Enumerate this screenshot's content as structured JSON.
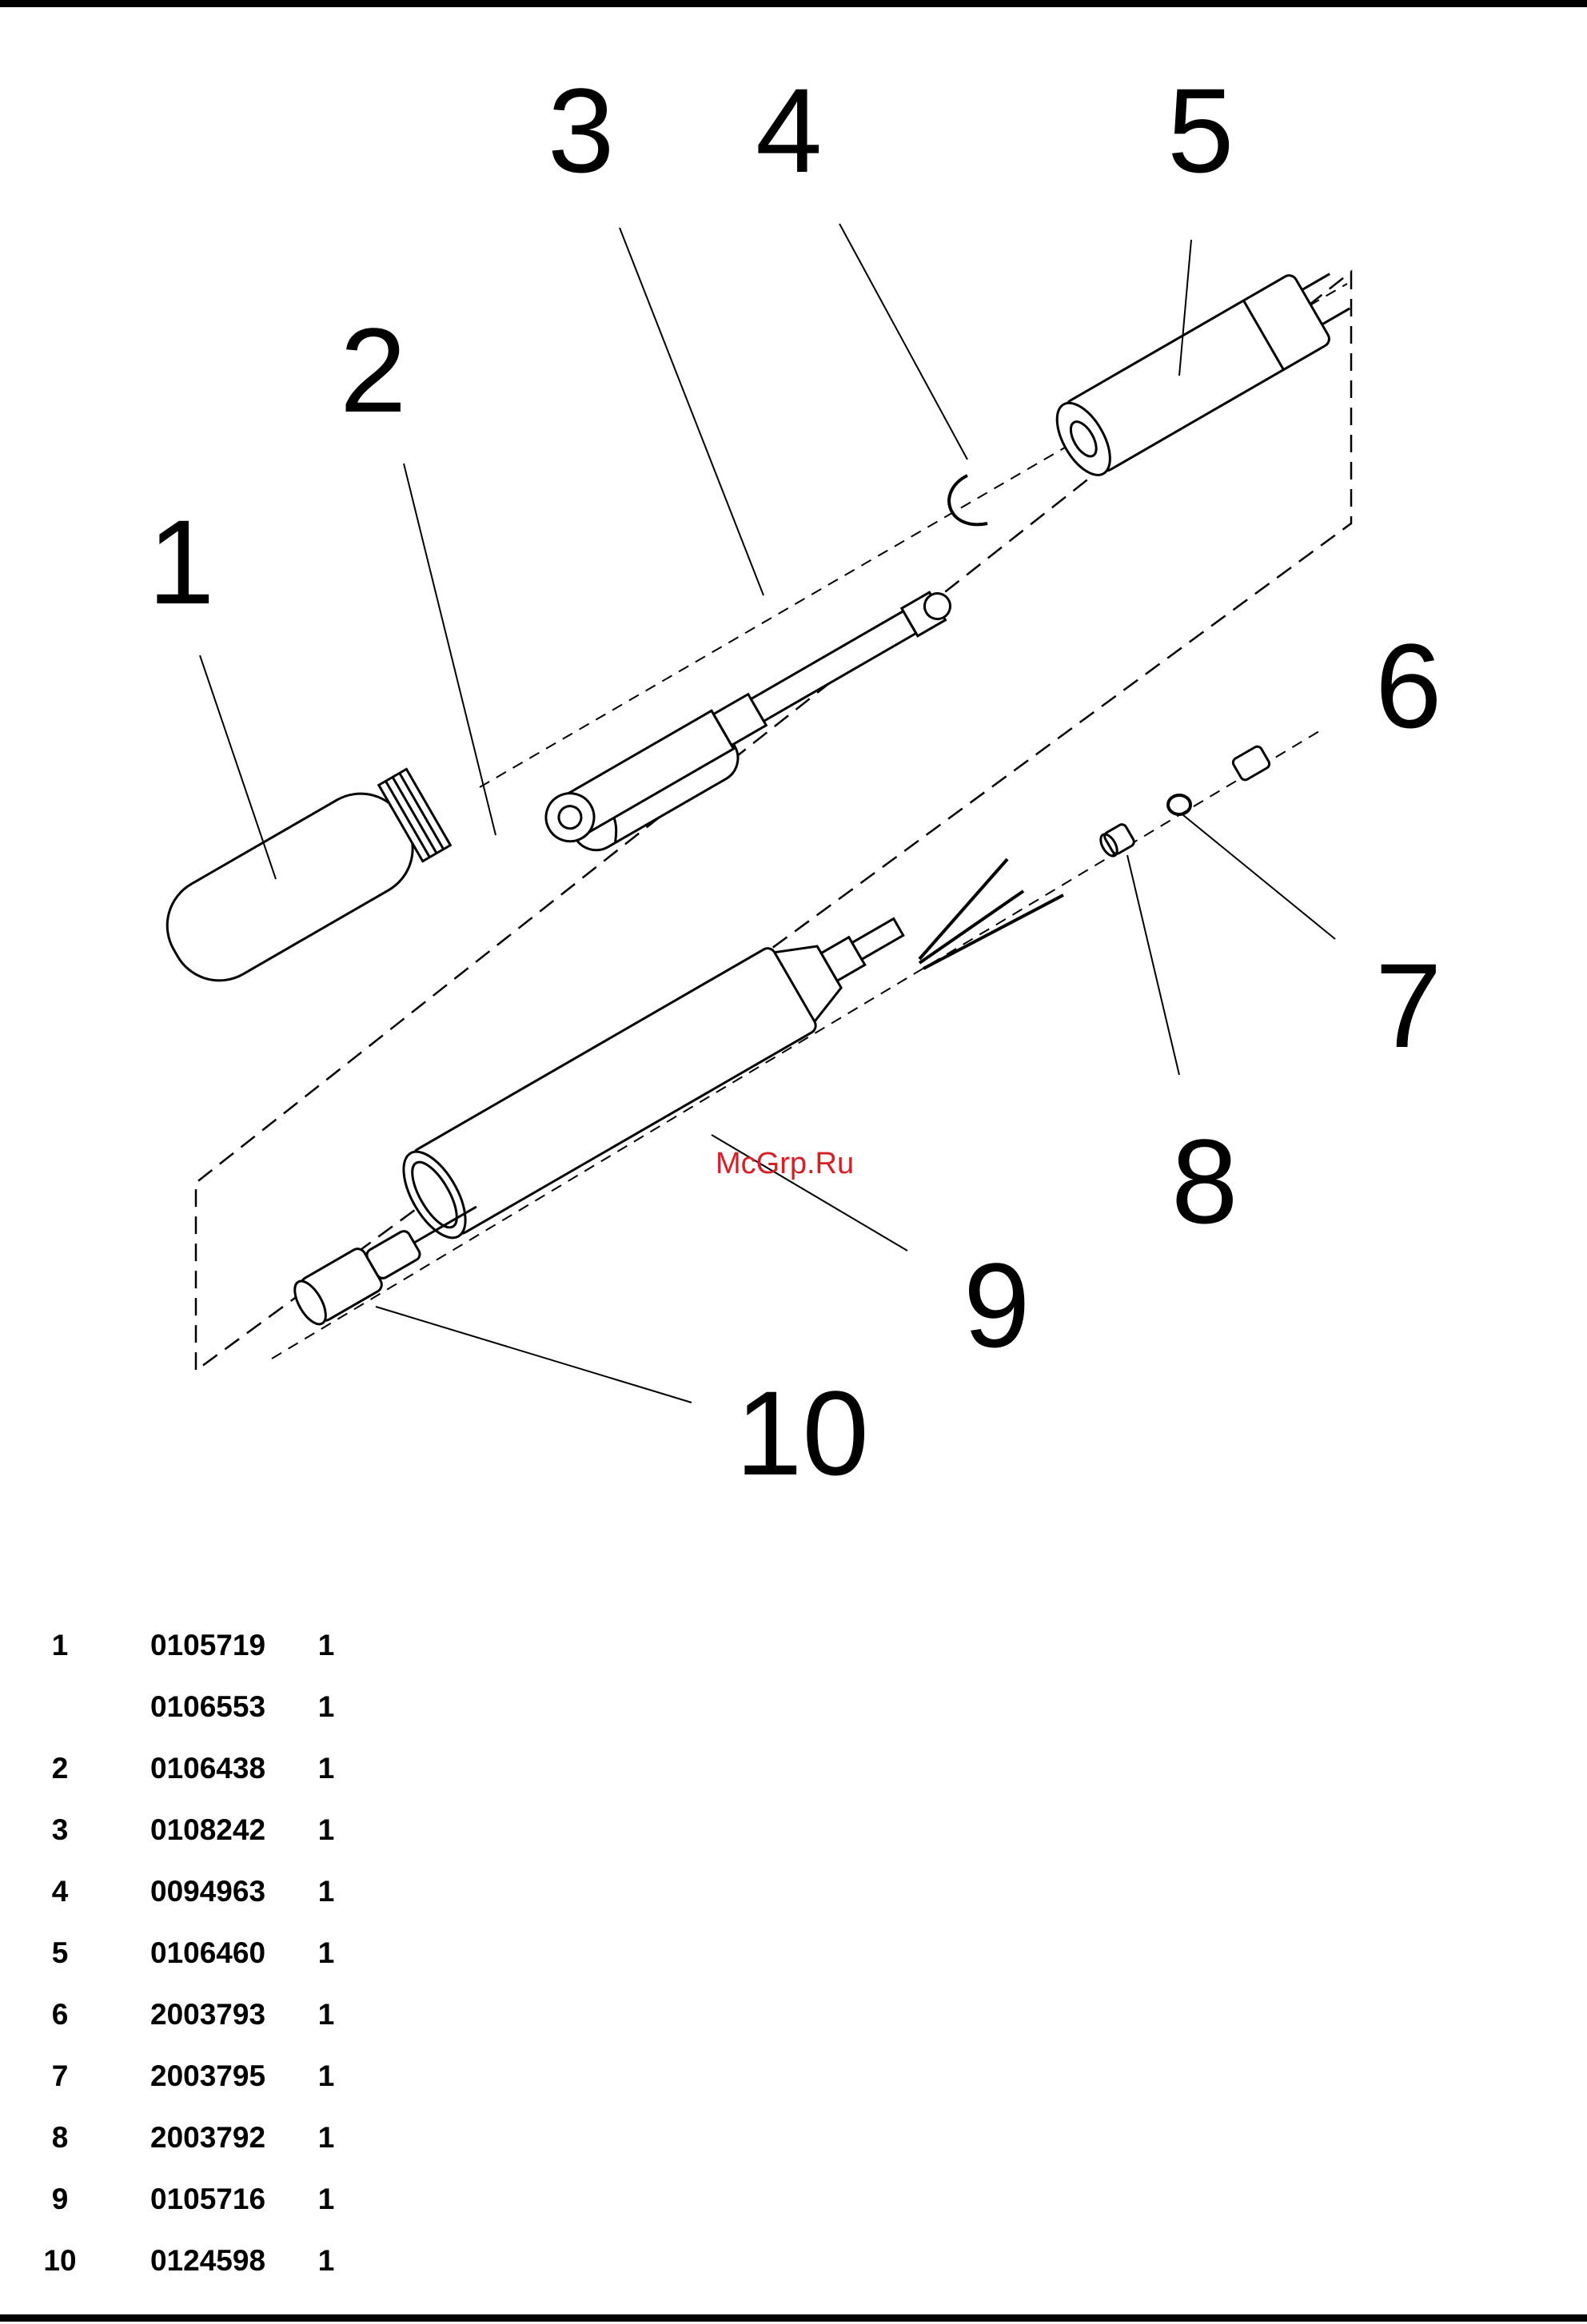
{
  "callouts": [
    "1",
    "2",
    "3",
    "4",
    "5",
    "6",
    "7",
    "8",
    "9",
    "10"
  ],
  "watermark": "McGrp.Ru",
  "parts_list": [
    {
      "item": "1",
      "part": "0105719",
      "qty": "1"
    },
    {
      "item": "",
      "part": "0106553",
      "qty": "1"
    },
    {
      "item": "2",
      "part": "0106438",
      "qty": "1"
    },
    {
      "item": "3",
      "part": "0108242",
      "qty": "1"
    },
    {
      "item": "4",
      "part": "0094963",
      "qty": "1"
    },
    {
      "item": "5",
      "part": "0106460",
      "qty": "1"
    },
    {
      "item": "6",
      "part": "2003793",
      "qty": "1"
    },
    {
      "item": "7",
      "part": "2003795",
      "qty": "1"
    },
    {
      "item": "8",
      "part": "2003792",
      "qty": "1"
    },
    {
      "item": "9",
      "part": "0105716",
      "qty": "1"
    },
    {
      "item": "10",
      "part": "0124598",
      "qty": "1"
    }
  ]
}
